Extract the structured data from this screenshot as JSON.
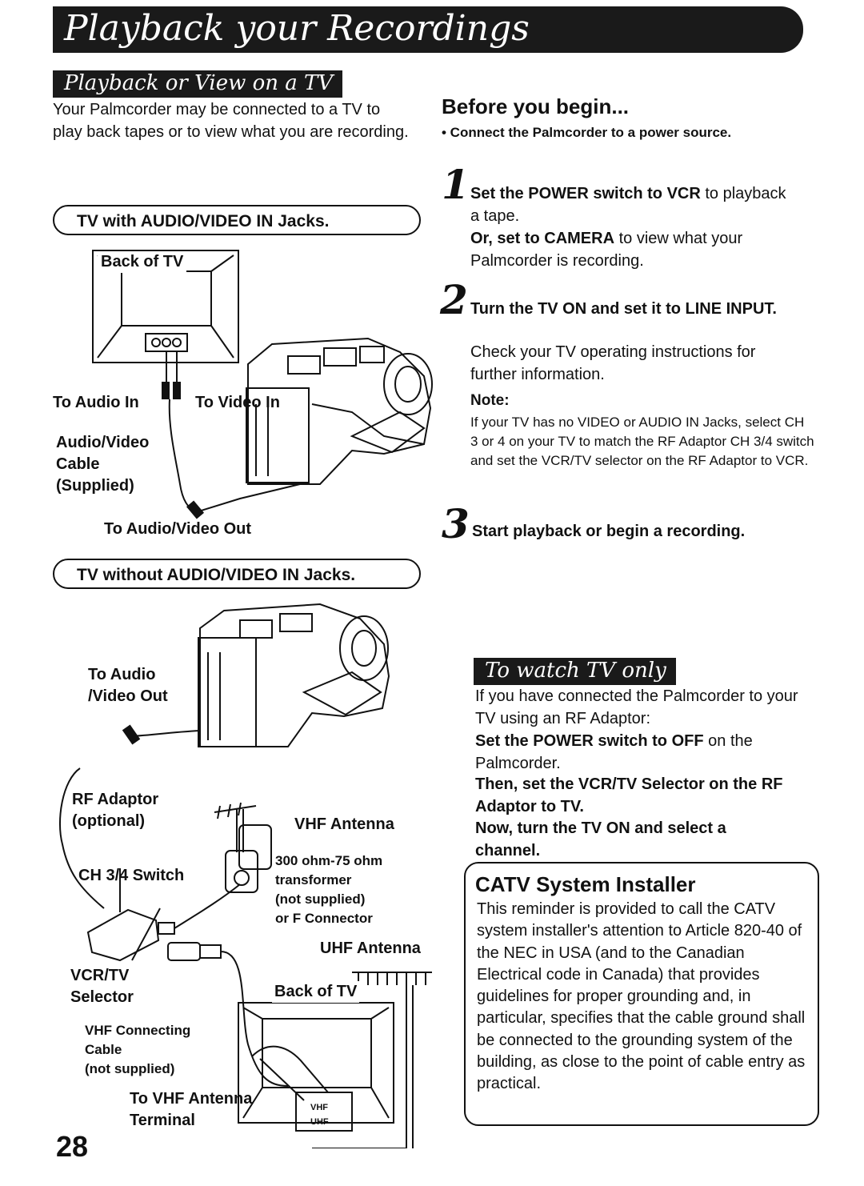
{
  "banner": {
    "title": "Playback your Recordings"
  },
  "section_playback": {
    "heading": "Playback or View on a TV",
    "intro": "Your Palmcorder may be connected to a TV to play back tapes or to view what you are recording."
  },
  "tv_with_av": {
    "title": "TV with AUDIO/VIDEO IN Jacks.",
    "back_of_tv": "Back of TV",
    "to_audio_in": "To Audio In",
    "to_video_in": "To Video In",
    "cable_line1": "Audio/Video",
    "cable_line2": "Cable",
    "cable_line3": "(Supplied)",
    "to_av_out": "To Audio/Video Out"
  },
  "tv_without_av": {
    "title": "TV without AUDIO/VIDEO IN Jacks.",
    "to_audio_line1": "To Audio",
    "to_audio_line2": "/Video Out",
    "rf_adaptor_line1": "RF Adaptor",
    "rf_adaptor_line2": "(optional)",
    "vhf_antenna": "VHF Antenna",
    "transformer_line1": "300 ohm-75 ohm",
    "transformer_line2": "transformer",
    "transformer_line3": "(not supplied)",
    "transformer_line4": "or F Connector",
    "ch_switch": "CH 3/4 Switch",
    "uhf_antenna": "UHF Antenna",
    "vcr_tv_line1": "VCR/TV",
    "vcr_tv_line2": "Selector",
    "back_of_tv": "Back of TV",
    "vhf_cable_line1": "VHF Connecting",
    "vhf_cable_line2": "Cable",
    "vhf_cable_line3": "(not supplied)",
    "to_vhf_line1": "To VHF Antenna",
    "to_vhf_line2": "Terminal",
    "terminal_vhf": "VHF",
    "terminal_uhf": "UHF"
  },
  "before": {
    "heading": "Before you begin...",
    "bullet": "• Connect the Palmcorder to a power source."
  },
  "steps": [
    {
      "num": "1",
      "bold1": "Set the POWER switch to VCR",
      "rest1": " to playback a tape.",
      "bold2": "Or, set to CAMERA",
      "rest2": " to view what your Palmcorder is recording."
    },
    {
      "num": "2",
      "bold1": "Turn the TV ON and set it to LINE INPUT.",
      "text": "Check your TV operating instructions for further information."
    },
    {
      "num": "3",
      "bold1": "Start playback or begin a recording."
    }
  ],
  "note": {
    "heading": "Note:",
    "text": "If your TV has no VIDEO or AUDIO IN Jacks, select CH 3 or 4 on your TV to match the RF Adaptor CH 3/4 switch and set the VCR/TV selector on the RF Adaptor to VCR."
  },
  "watch_tv": {
    "heading": "To watch TV only",
    "intro": "If you have connected the Palmcorder to your TV using an RF Adaptor:",
    "step1_bold": "Set the POWER switch to OFF",
    "step1_rest": " on the Palmcorder.",
    "step2": "Then, set the VCR/TV Selector on the RF Adaptor to TV.",
    "step3": "Now, turn the TV ON and select a channel."
  },
  "catv": {
    "title": "CATV System Installer",
    "text": "This reminder is provided to call the CATV system installer's attention to Article 820-40 of the NEC in USA (and to the Canadian Electrical code in Canada) that provides guidelines for proper grounding and, in particular, specifies that the cable ground shall be connected to the grounding system of the building, as close to the point of cable entry as practical."
  },
  "page_number": "28"
}
